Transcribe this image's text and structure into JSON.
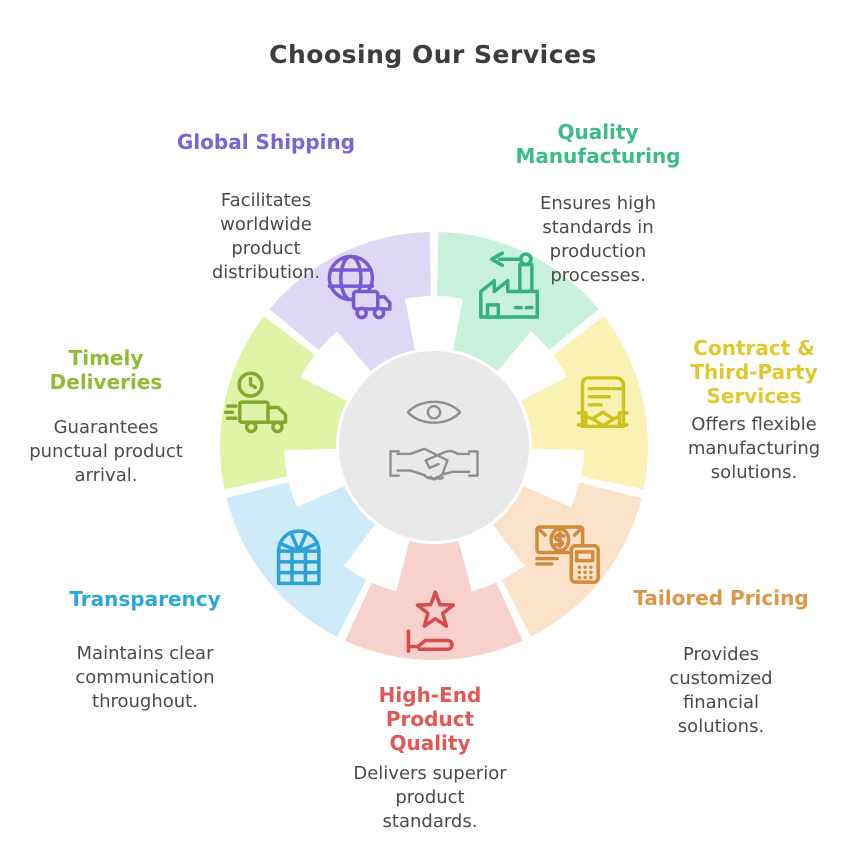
{
  "title": "Choosing Our Services",
  "colors": {
    "background": "#ffffff",
    "title_text": "#3d3d3d",
    "body_text": "#4b4b4b"
  },
  "center": {
    "circle_color": "#e9e9e9",
    "icon_color": "#8f8f8f",
    "icons": [
      "eye-icon",
      "handshake-icon"
    ]
  },
  "segments": [
    {
      "id": "global-shipping",
      "label": "Global Shipping",
      "description": "Facilitates\nworldwide\nproduct\ndistribution.",
      "heading_color": "#7c61d8",
      "wedge_color": "#ded7f6",
      "icon_color": "#7a5ad1",
      "icon": "globe-truck-icon",
      "angle_deg": 334.29
    },
    {
      "id": "quality-manufacturing",
      "label": "Quality\nManufacturing",
      "description": "Ensures high\nstandards in\nproduction\nprocesses.",
      "heading_color": "#3cbc86",
      "wedge_color": "#c7f0dd",
      "icon_color": "#34b181",
      "icon": "factory-robot-icon",
      "angle_deg": 25.71
    },
    {
      "id": "contract-third-party-services",
      "label": "Contract &\nThird-Party\nServices",
      "description": "Offers flexible\nmanufacturing\nsolutions.",
      "heading_color": "#e0c92e",
      "wedge_color": "#faf2b4",
      "icon_color": "#cfc21f",
      "icon": "contract-scroll-icon",
      "angle_deg": 77.14
    },
    {
      "id": "tailored-pricing",
      "label": "Tailored Pricing",
      "description": "Provides\ncustomized\nfinancial\nsolutions.",
      "heading_color": "#dd9546",
      "wedge_color": "#fbe2c9",
      "icon_color": "#d08c3c",
      "icon": "money-calculator-icon",
      "angle_deg": 128.57
    },
    {
      "id": "high-end-product-quality",
      "label": "High-End\nProduct\nQuality",
      "description": "Delivers superior\nproduct\nstandards.",
      "heading_color": "#e25757",
      "wedge_color": "#f8d0cc",
      "icon_color": "#d64a4a",
      "icon": "star-hand-icon",
      "angle_deg": 180
    },
    {
      "id": "transparency",
      "label": "Transparency",
      "description": "Maintains clear\ncommunication\nthroughout.",
      "heading_color": "#29a8dc",
      "wedge_color": "#cdebf8",
      "icon_color": "#2aa2d6",
      "icon": "window-icon",
      "angle_deg": 231.43
    },
    {
      "id": "timely-deliveries",
      "label": "Timely\nDeliveries",
      "description": "Guarantees\npunctual product\narrival.",
      "heading_color": "#8fbb35",
      "wedge_color": "#e0f3a7",
      "icon_color": "#85a930",
      "icon": "truck-clock-icon",
      "angle_deg": 282.86
    }
  ]
}
